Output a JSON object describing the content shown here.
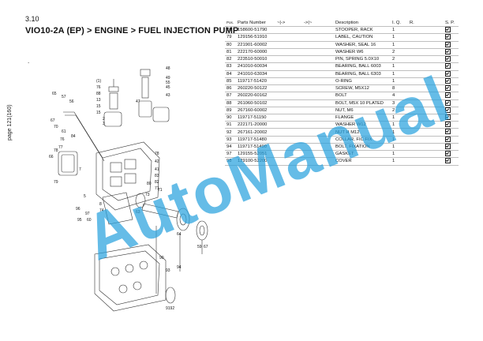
{
  "header": {
    "section": "3.10",
    "title": "VIO10-2A (EP) > ENGINE > FUEL INJECTION PUMP",
    "page_label": "page 121(160)",
    "dot": "."
  },
  "table": {
    "headers": [
      "Pos.",
      "Parts Number",
      "~|->",
      "->|~",
      "Description",
      "I. Q.",
      "R.",
      "S. P."
    ],
    "rows": [
      {
        "pos": "78",
        "part": "158600-51790",
        "desc": "STOOPER, RACK",
        "iq": "1"
      },
      {
        "pos": "79",
        "part": "129156-51910",
        "desc": "LABEL, CAUTION",
        "iq": "1"
      },
      {
        "pos": "80",
        "part": "221901-60002",
        "desc": "WASHER, SEAL 16",
        "iq": "1"
      },
      {
        "pos": "81",
        "part": "222170-60000",
        "desc": "WASHER W6",
        "iq": "2"
      },
      {
        "pos": "82",
        "part": "223510-50010",
        "desc": "PIN, SPRING 5.0X10",
        "iq": "2"
      },
      {
        "pos": "83",
        "part": "241010-60034",
        "desc": "BEARING, BALL 6003",
        "iq": "1"
      },
      {
        "pos": "84",
        "part": "241010-63034",
        "desc": "BEARING, BALL 6303",
        "iq": "1"
      },
      {
        "pos": "85",
        "part": "119717-51420",
        "desc": "O-RING",
        "iq": "1"
      },
      {
        "pos": "86",
        "part": "260220-50122",
        "desc": "SCREW, M5X12",
        "iq": "8"
      },
      {
        "pos": "87",
        "part": "260220-60162",
        "desc": "BOLT",
        "iq": "4"
      },
      {
        "pos": "88",
        "part": "261060-50102",
        "desc": "BOLT, M5X 10 PLATED",
        "iq": "3"
      },
      {
        "pos": "89",
        "part": "267160-60002",
        "desc": "NUT, M6",
        "iq": "2"
      },
      {
        "pos": "90",
        "part": "119717-51150",
        "desc": "FLANGE",
        "iq": "1"
      },
      {
        "pos": "91",
        "part": "222171-20000",
        "desc": "WASHER W12",
        "iq": "1"
      },
      {
        "pos": "92",
        "part": "267161-20002",
        "desc": "NUT H M12",
        "iq": "1"
      },
      {
        "pos": "93",
        "part": "119717-51480",
        "desc": "COLLAR, FIC FIX",
        "iq": "1"
      },
      {
        "pos": "94",
        "part": "119717-51490",
        "desc": "BOLT, FIXATION",
        "iq": "1"
      },
      {
        "pos": "97",
        "part": "129155-52051",
        "desc": "GASKET",
        "iq": "1"
      },
      {
        "pos": "98",
        "part": "129100-52200",
        "desc": "COVER",
        "iq": "1"
      }
    ]
  },
  "diagram": {
    "callouts_left": [
      "65",
      "57",
      "56",
      "67",
      "70",
      "84",
      "61",
      "77",
      "78",
      "76",
      "66",
      "79",
      "97",
      "96",
      "95",
      "60",
      "74"
    ],
    "callouts_mid": [
      "(1)",
      "76",
      "88",
      "13",
      "15",
      "15",
      "2",
      "3",
      "7"
    ],
    "callouts_right": [
      "48",
      "49",
      "45",
      "43",
      "47",
      "78",
      "42",
      "41",
      "83",
      "82",
      "71",
      "80",
      "63",
      "55",
      "73",
      "71"
    ],
    "callouts_bottom": [
      "64",
      "59",
      "8",
      "67",
      "90",
      "93",
      "94",
      "9192",
      "5"
    ]
  },
  "watermark": "AutoManual"
}
